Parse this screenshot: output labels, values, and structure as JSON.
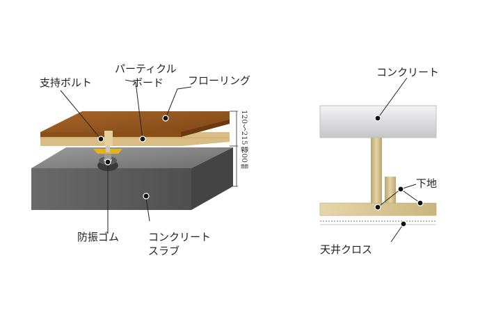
{
  "floor_section": {
    "labels": {
      "support_bolt": "支持ボルト",
      "particle_board_line1": "パーティクル",
      "particle_board_line2": "ボード",
      "flooring": "フローリング",
      "vibration_rubber": "防振ゴム",
      "concrete_slab_line1": "コンクリート",
      "concrete_slab_line2": "スラブ"
    },
    "dimensions": {
      "floor_height": "120～215㎜",
      "slab_thickness": "200㎜"
    }
  },
  "ceiling_section": {
    "labels": {
      "concrete": "コンクリート",
      "base_frame": "下地",
      "ceiling_cloth": "天井クロス"
    }
  },
  "colors": {
    "flooring": "#9a5a1c",
    "particle_board": "#d9bd84",
    "slab_top": "#8a8a8a",
    "slab_front": "#5c5c5c",
    "slab_side": "#454545",
    "bolt": "#e8b21a",
    "ceiling_concrete": "#d9dadc",
    "wood_frame": "#d8c594"
  }
}
